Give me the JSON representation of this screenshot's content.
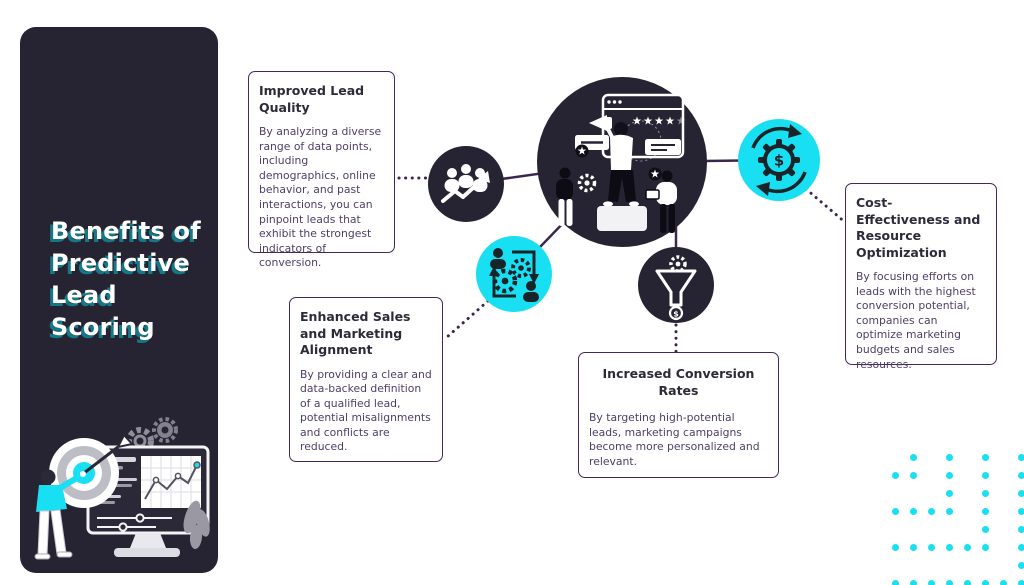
{
  "palette": {
    "ink": "#262432",
    "cyan": "#18dff2",
    "card_border": "#44285c",
    "heading_text": "#2d2b3a",
    "body_text": "#4d3e66",
    "title_shadow_teal": "#147886",
    "connector": "#3a2750",
    "white": "#ffffff"
  },
  "sidebar": {
    "title": "Benefits of\nPredictive\nLead\nScoring"
  },
  "cards": [
    {
      "id": "improved",
      "title": "Improved Lead Quality",
      "body": "By analyzing a diverse range of data points, including demographics, online behavior, and past interactions, you can pinpoint leads that exhibit the strongest indicators of conversion."
    },
    {
      "id": "enhanced",
      "title": "Enhanced Sales and Marketing Alignment",
      "body": "By providing a clear and data-backed definition of a qualified lead, potential misalignments and conflicts are reduced."
    },
    {
      "id": "increased",
      "title": "Increased Conversion Rates",
      "body": "By targeting high-potential leads, marketing campaigns become more personalized and relevant."
    },
    {
      "id": "cost",
      "title": "Cost-Effectiveness and Resource Optimization",
      "body": "By focusing efforts on leads with the highest conversion potential, companies can optimize marketing budgets and sales resources."
    }
  ],
  "glyphs": {
    "dollar": "$",
    "stars": "★★★★★"
  },
  "icons": {
    "node_growth": "leads-growth-icon",
    "node_cost": "dollar-gear-refresh-icon",
    "node_align": "team-sync-gears-icon",
    "node_funnel": "conversion-funnel-icon"
  },
  "dots": {
    "color": "#18dff2",
    "spacing": 18,
    "pattern": [
      "01010101",
      "11010101",
      "00010101",
      "11110101",
      "00000101",
      "11111101",
      "00000001",
      "11111111"
    ]
  }
}
